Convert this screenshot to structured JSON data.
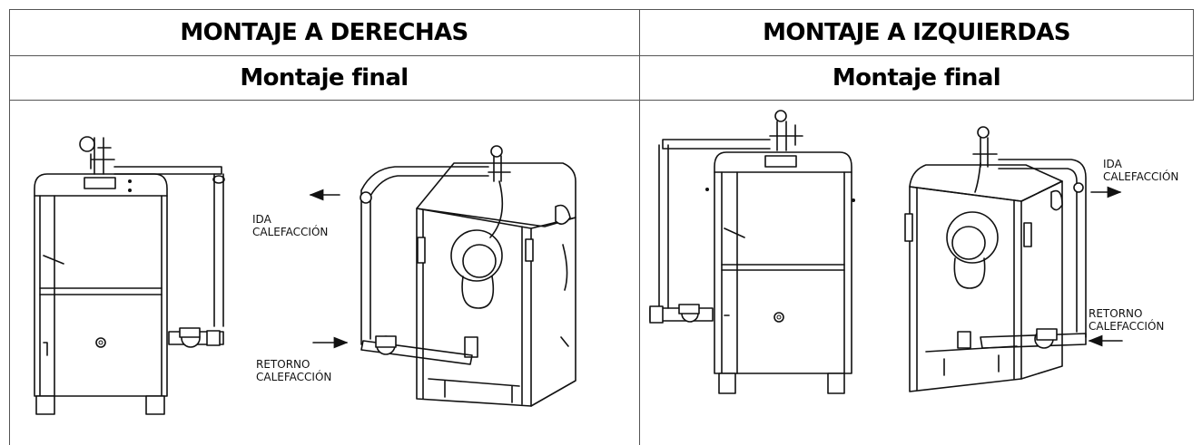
{
  "table": {
    "left": {
      "title": "MONTAJE A DERECHAS",
      "subtitle": "Montaje final"
    },
    "right": {
      "title": "MONTAJE A IZQUIERDAS",
      "subtitle": "Montaje final"
    }
  },
  "labels": {
    "left_supply": [
      "IDA",
      "CALEFACCIÓN"
    ],
    "left_return": [
      "RETORNO",
      "CALEFACCIÓN"
    ],
    "right_supply": [
      "IDA",
      "CALEFACCIÓN"
    ],
    "right_return": [
      "RETORNO",
      "CALEFACCIÓN"
    ]
  },
  "icons": {
    "boiler": "boiler-illustration",
    "arrow": "flow-arrow-icon",
    "pump": "circulator-pump-icon",
    "valve": "safety-valve-icon"
  }
}
